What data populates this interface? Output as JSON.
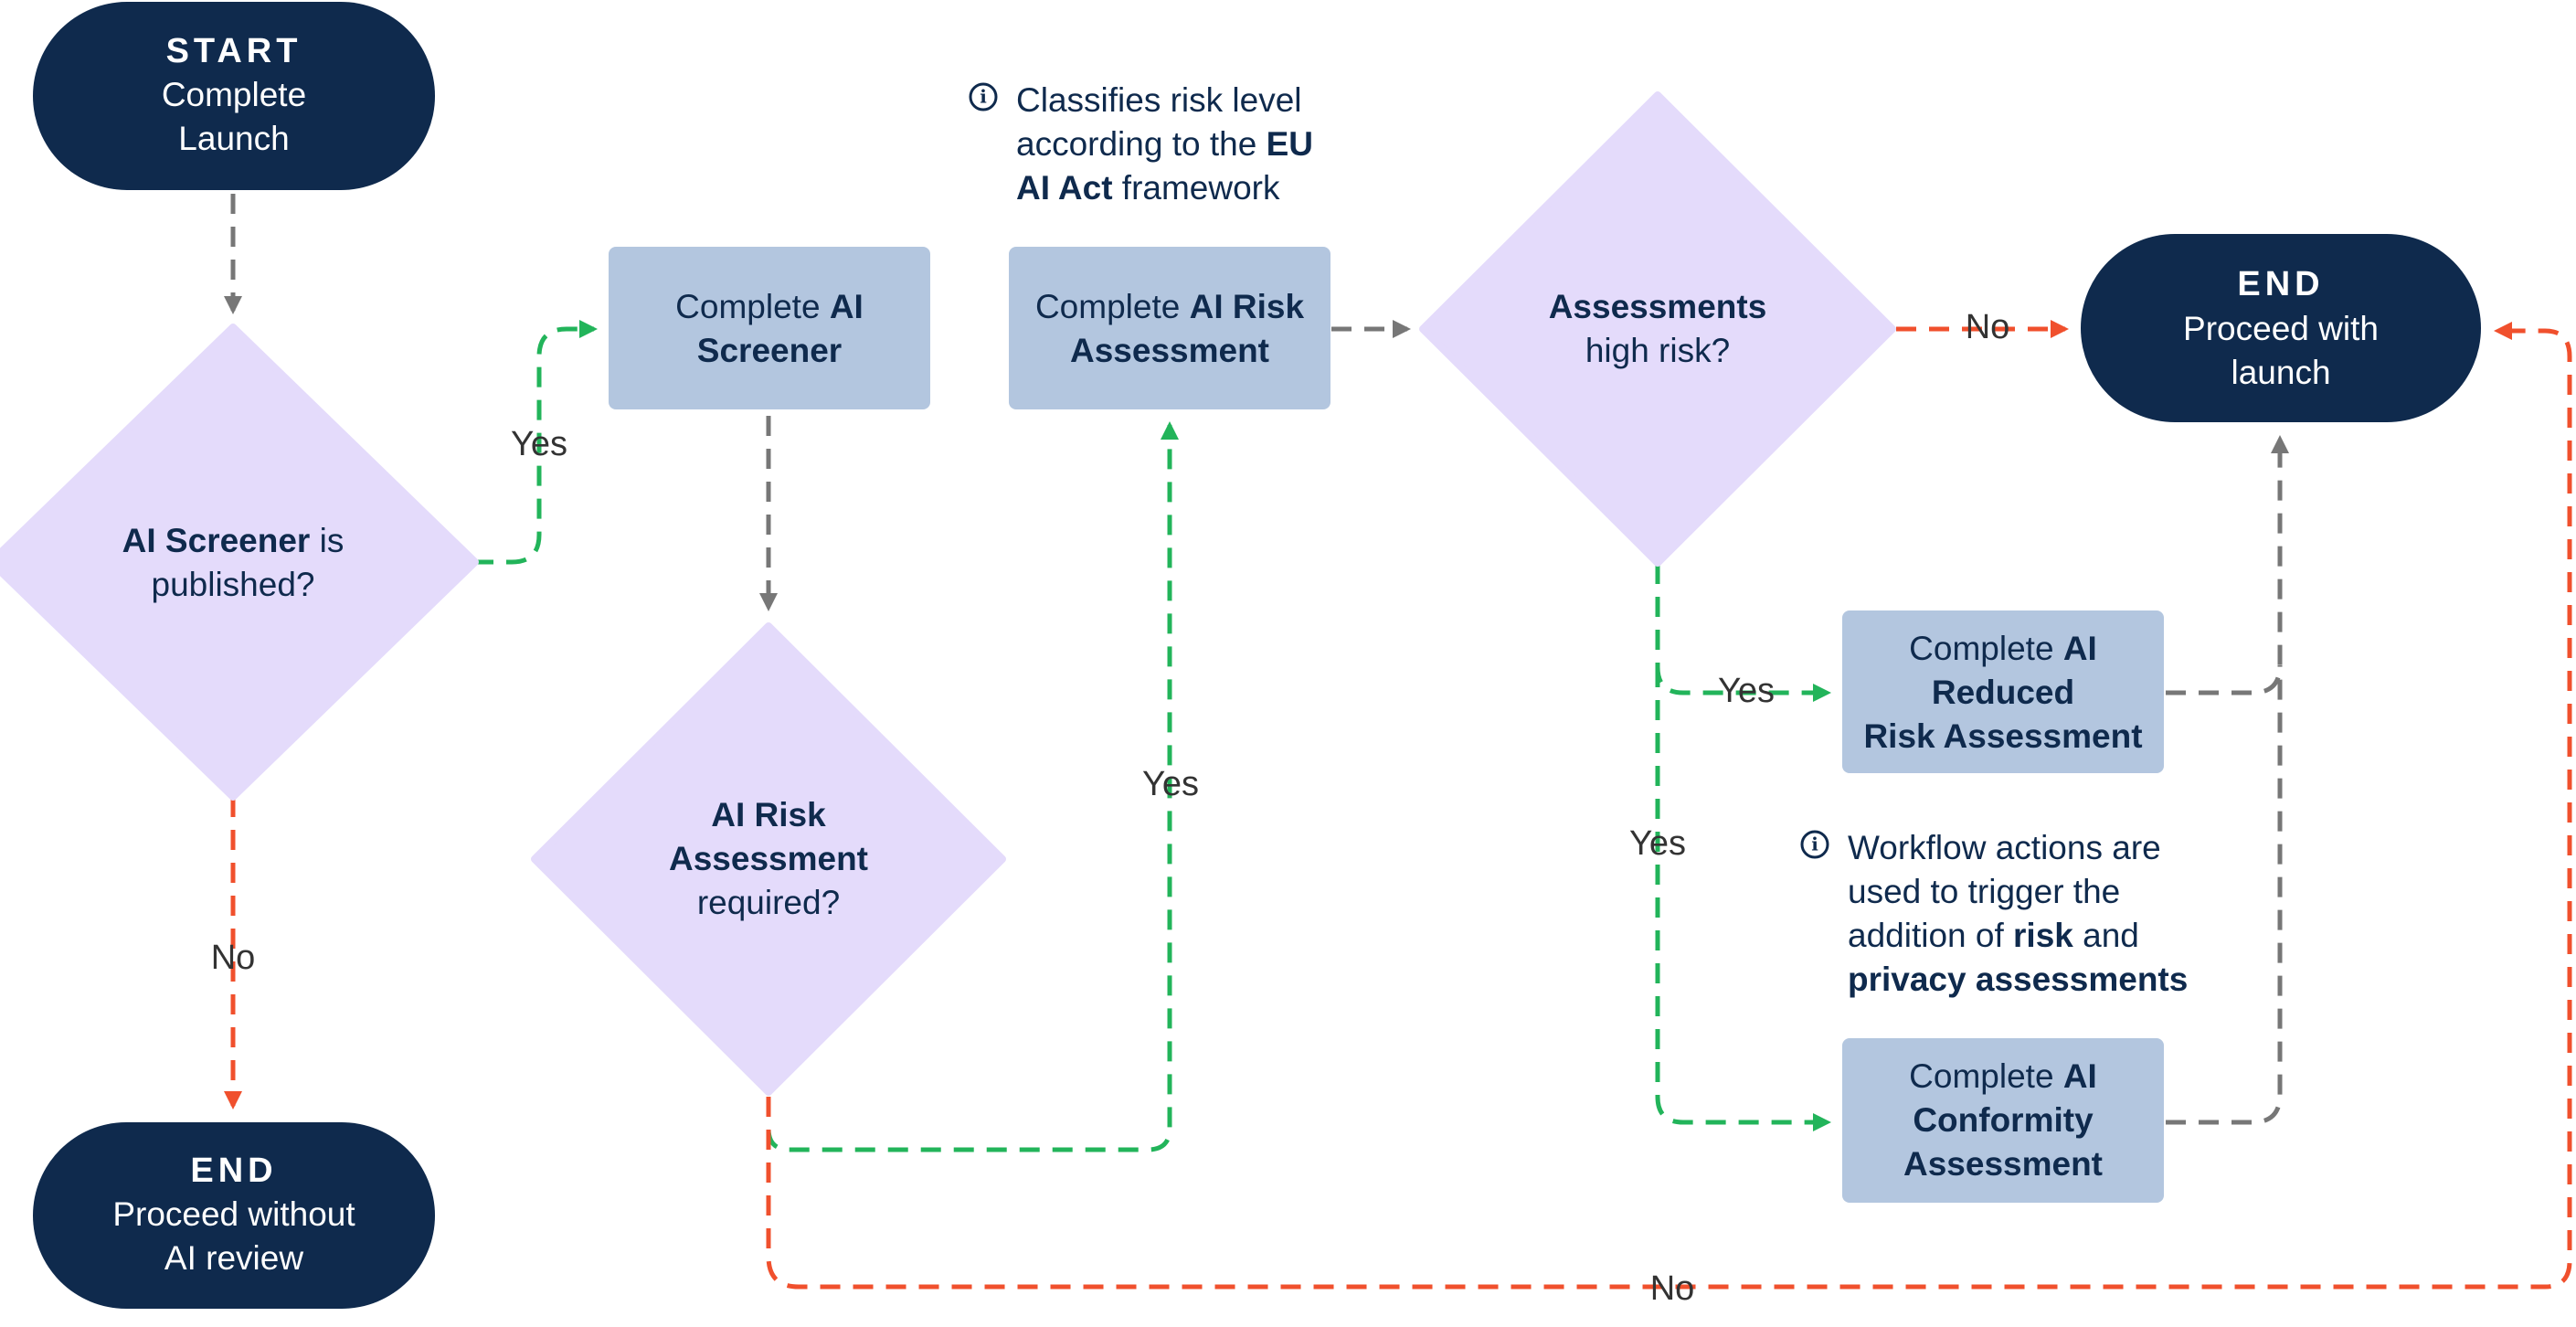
{
  "colors": {
    "terminal": "#0f2a4d",
    "process": "#b3c6df",
    "decision": "#e4dbfb",
    "text_dark": "#0f2a4d",
    "arrow_gray": "#777777",
    "arrow_yes": "#22b45a",
    "arrow_no": "#f0502d"
  },
  "start": {
    "head": "START",
    "line1": "Complete",
    "line2": "Launch"
  },
  "end_without": {
    "head": "END",
    "line1": "Proceed without",
    "line2": "AI review"
  },
  "end_with": {
    "head": "END",
    "line1": "Proceed with",
    "line2": "launch"
  },
  "decision_screener": {
    "bold": "AI Screener",
    "rest": " is",
    "line2": "published?"
  },
  "process_screener": {
    "normal": "Complete ",
    "bold": "AI",
    "line2": "Screener"
  },
  "decision_risk_required": {
    "line1": "AI Risk",
    "line2": "Assessment",
    "line3": "required?"
  },
  "process_risk": {
    "normal": "Complete ",
    "bold": "AI Risk",
    "line2": "Assessment"
  },
  "decision_high_risk": {
    "line1": "Assessments",
    "line2": "high risk?"
  },
  "process_reduced": {
    "normal": "Complete ",
    "bold": "AI",
    "line2": "Reduced",
    "line3": "Risk Assessment"
  },
  "process_conformity": {
    "normal": "Complete ",
    "bold": "AI",
    "line2": "Conformity",
    "line3": "Assessment"
  },
  "note_eu": {
    "icon": "info-icon",
    "line1": "Classifies risk level",
    "line2_normal": "according to the ",
    "line2_bold": "EU",
    "line3_bold": "AI Act",
    "line3_normal": " framework"
  },
  "note_workflow": {
    "icon": "info-icon",
    "line1": "Workflow actions are",
    "line2": "used to trigger the",
    "line3_normal": "addition of ",
    "line3_bold": "risk",
    "line3_end": " and",
    "line4_bold": "privacy assessments"
  },
  "labels": {
    "yes_screener": "Yes",
    "no_screener": "No",
    "yes_risk_required": "Yes",
    "no_risk_required": "No",
    "no_high_risk": "No",
    "yes_high_risk_reduced": "Yes",
    "yes_high_risk_conformity": "Yes"
  }
}
